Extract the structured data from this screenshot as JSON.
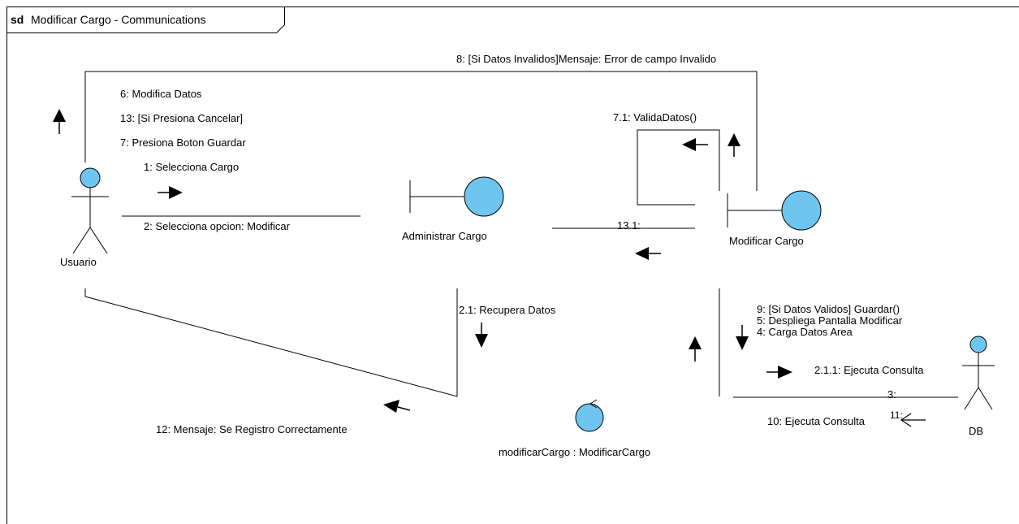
{
  "frame": {
    "keyword": "sd",
    "title": "Modificar Cargo - Communications"
  },
  "lifelines": {
    "usuario": "Usuario",
    "administrar": "Administrar Cargo",
    "modificar": "Modificar Cargo",
    "controller": "modificarCargo : ModificarCargo",
    "db": "DB"
  },
  "messages": {
    "m8": "8: [Si Datos Invalidos]Mensaje: Error de campo Invalido",
    "m6": "6: Modifica Datos",
    "m13": "13: [Si Presiona Cancelar]",
    "m7": "7: Presiona Boton Guardar",
    "m1": "1: Selecciona Cargo",
    "m2": "2: Selecciona opcion: Modificar",
    "m71": "7.1: ValidaDatos()",
    "m131": "13.1:",
    "m21": "2.1: Recupera Datos",
    "m9": "9: [Si Datos Validos] Guardar()",
    "m5": "5: Despliega Pantalla Modificar",
    "m4": "4: Carga Datos Area",
    "m211": "2.1.1: Ejecuta Consulta",
    "m3": "3:",
    "m10": "10: Ejecuta Consulta",
    "m11": "11:",
    "m12": "12: Mensaje: Se Registro Correctamente"
  },
  "colors": {
    "fill": "#6ec6f0",
    "stroke": "#000000",
    "border": "#000000"
  }
}
